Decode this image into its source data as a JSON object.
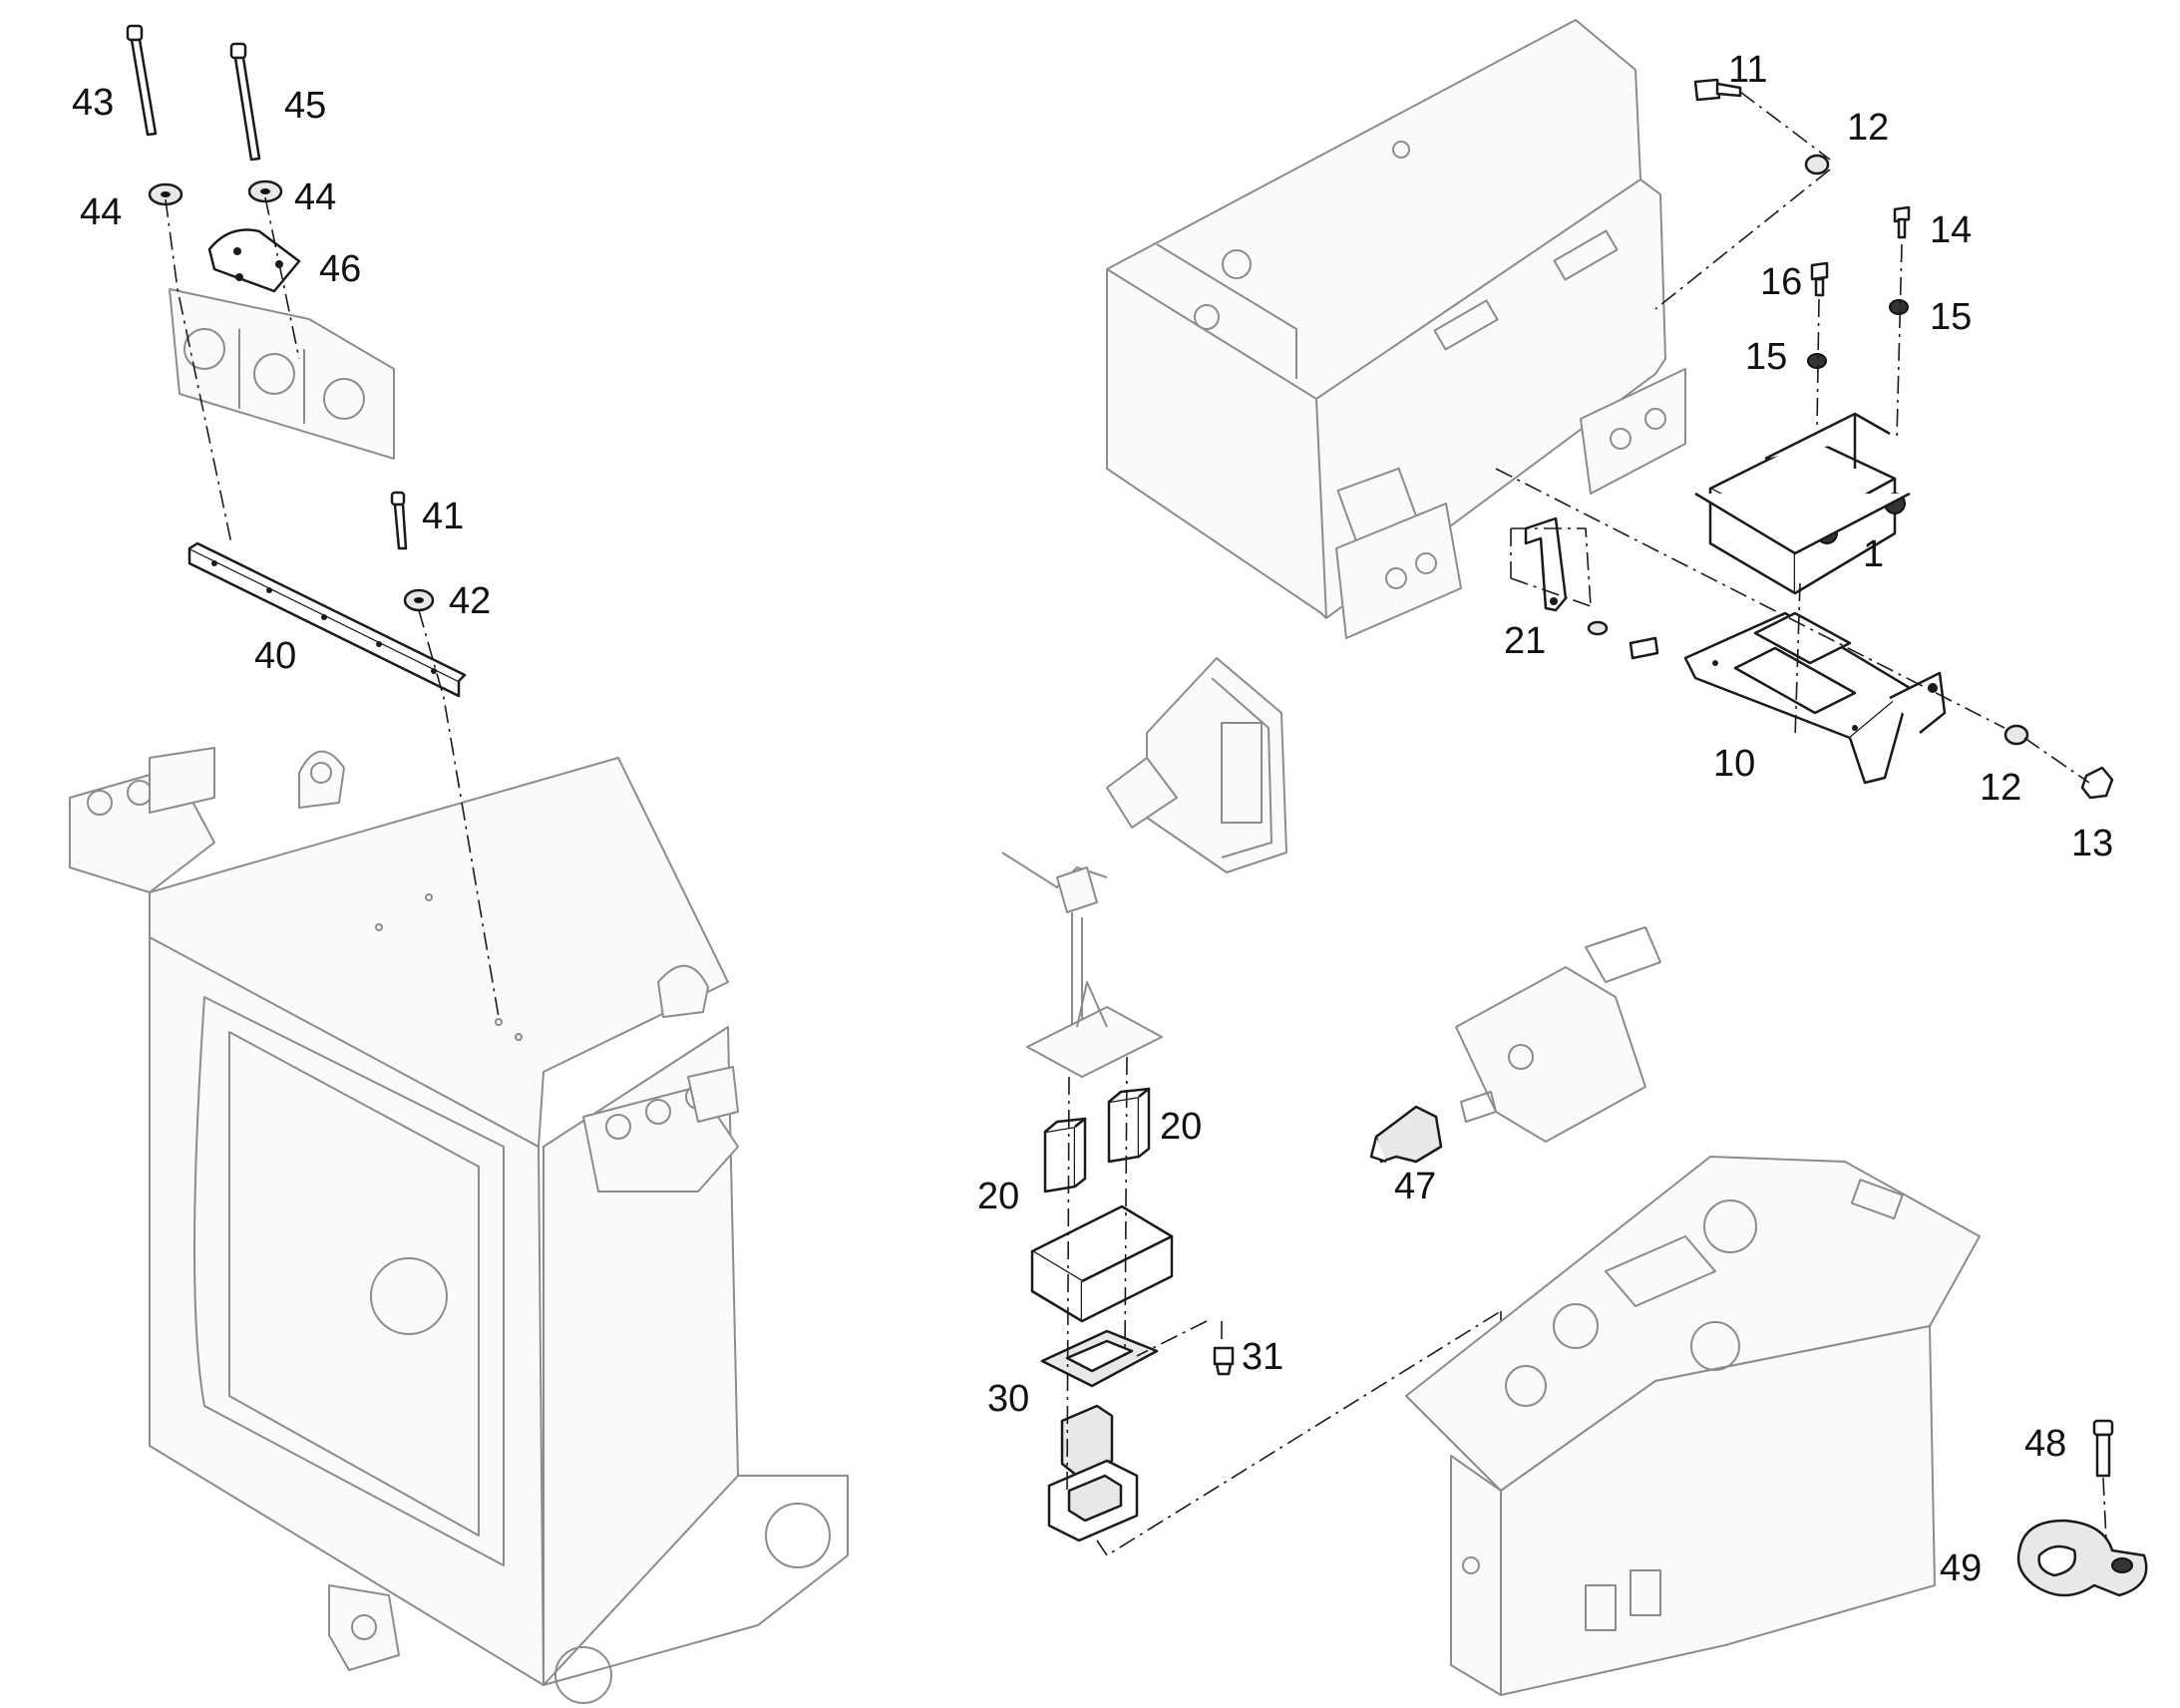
{
  "callouts": {
    "c1": "1",
    "c10": "10",
    "c11": "11",
    "c12a": "12",
    "c12b": "12",
    "c13": "13",
    "c14": "14",
    "c15a": "15",
    "c15b": "15",
    "c16": "16",
    "c20a": "20",
    "c20b": "20",
    "c21": "21",
    "c30": "30",
    "c31": "31",
    "c40": "40",
    "c41": "41",
    "c42": "42",
    "c43": "43",
    "c44a": "44",
    "c44b": "44",
    "c45": "45",
    "c46": "46",
    "c47": "47",
    "c48": "48",
    "c49": "49"
  },
  "colors": {
    "line": "#1a1a1a",
    "ghost": "#8c8c8c",
    "background": "#ffffff"
  }
}
